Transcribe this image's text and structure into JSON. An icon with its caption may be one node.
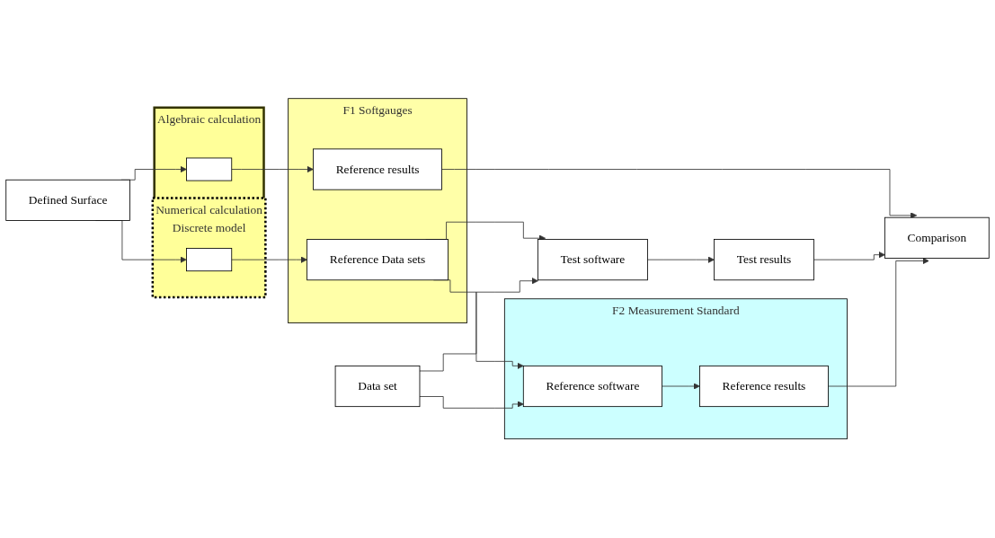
{
  "diagram": {
    "nodes": [
      {
        "text": [
          "Numerical calculation",
          "Discrete model"
        ]
      },
      {
        "text": [],
        "shape": "box",
        "in": 0
      },
      {
        "text": [
          "Defined Surface"
        ]
      },
      {
        "text": [
          "Algebraic calculation"
        ]
      },
      {
        "text": [],
        "shape": "box",
        "in": 3
      },
      {
        "text": [
          "F1 Softgauges"
        ]
      },
      {
        "text": [
          "Reference Data sets"
        ],
        "in": 5
      },
      {
        "text": [
          "Reference results"
        ],
        "in": 5
      },
      {
        "text": [
          "Data set"
        ]
      },
      {
        "text": [
          "Test software"
        ]
      },
      {
        "text": [
          "Test results"
        ]
      },
      {
        "text": [
          "F2 Measurement Standard"
        ]
      },
      {
        "text": [
          "Reference software"
        ],
        "in": 11
      },
      {
        "text": [
          "Reference results"
        ],
        "in": 11
      },
      {
        "text": [
          "Comparison"
        ]
      }
    ],
    "edges": [
      {
        "from": 2,
        "to": 1,
        "arrow": "to"
      },
      {
        "from": 2,
        "to": 4,
        "arrow": "to"
      },
      {
        "from": 1,
        "to": 6,
        "arrow": "to"
      },
      {
        "from": 4,
        "to": 7,
        "arrow": "to"
      },
      {
        "from": 6,
        "to": 9,
        "arrow": "to"
      },
      {
        "from": 6,
        "to": 12,
        "arrow": "to"
      },
      {
        "from": 8,
        "to": 9,
        "arrow": "to"
      },
      {
        "from": 8,
        "to": 12,
        "arrow": "to"
      },
      {
        "from": 9,
        "to": 10,
        "arrow": "to"
      },
      {
        "from": 12,
        "to": 13,
        "arrow": "to"
      },
      {
        "from": 7,
        "to": 14,
        "arrow": "to"
      },
      {
        "from": 10,
        "to": 14,
        "arrow": "to"
      },
      {
        "from": 13,
        "to": 14,
        "arrow": "to"
      }
    ]
  }
}
